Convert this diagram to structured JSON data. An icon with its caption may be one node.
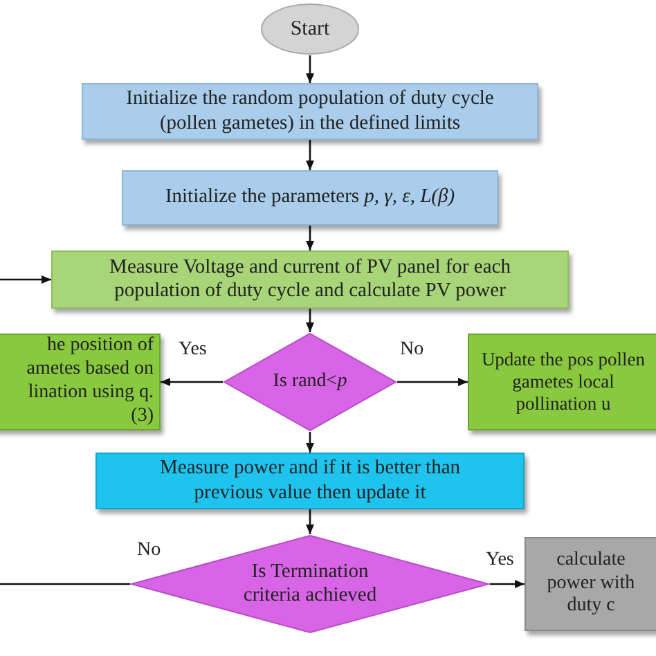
{
  "diagram": {
    "nodes": [
      {
        "text": [
          "Start"
        ]
      },
      {
        "text": [
          "Initialize the random population of duty cycle (pollen gametes) in the defined limits"
        ]
      },
      {
        "text": [
          "Initialize the parameters *p, γ, ε, L(β)*"
        ]
      },
      {
        "text": [
          "Measure Voltage and current of PV panel for each population of duty cycle and calculate PV power"
        ]
      },
      {
        "text": [
          "Is rand<*p*"
        ]
      },
      {
        "text": [
          "he position of ametes based on lination using q. (3)"
        ]
      },
      {
        "text": [
          "Update the pos pollen gametes local pollination u"
        ]
      },
      {
        "text": [
          "Measure power and if it is better than previous value then update it"
        ]
      },
      {
        "text": [
          "Is Termination criteria achieved"
        ]
      },
      {
        "text": [
          "calculate power with duty c"
        ]
      }
    ],
    "edges": [
      {
        "from": 0,
        "to": 1,
        "arrow": "to"
      },
      {
        "from": 1,
        "to": 2,
        "arrow": "to"
      },
      {
        "from": 2,
        "to": 3,
        "arrow": "to"
      },
      {
        "from": null,
        "to": 3,
        "arrow": "to"
      },
      {
        "from": 3,
        "to": 4,
        "arrow": "to"
      },
      {
        "from": 4,
        "to": 5,
        "arrow": "to",
        "label": "Yes"
      },
      {
        "from": 4,
        "to": 6,
        "arrow": "to",
        "label": "No"
      },
      {
        "from": 4,
        "to": 7,
        "arrow": "to"
      },
      {
        "from": 7,
        "to": 8,
        "arrow": "to"
      },
      {
        "from": 8,
        "to": 9,
        "arrow": "to",
        "label": "Yes"
      },
      {
        "from": 8,
        "to": null,
        "arrow": "none",
        "label": "No"
      }
    ]
  }
}
